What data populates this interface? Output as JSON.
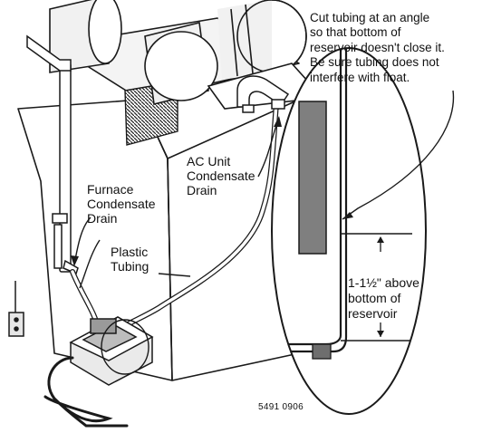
{
  "labels": {
    "instruction": [
      "Cut tubing at an angle",
      "so that bottom of",
      "reservoir doesn't close it.",
      "Be sure tubing does not",
      "interfere with float."
    ],
    "ac_drain": [
      "AC Unit",
      "Condensate",
      "Drain"
    ],
    "furnace_drain": [
      "Furnace",
      "Condensate",
      "Drain"
    ],
    "plastic_tubing": [
      "Plastic",
      "Tubing"
    ],
    "clearance": [
      "1-1½\" above",
      "bottom of",
      "reservoir"
    ],
    "code": "5491 0906"
  },
  "colors": {
    "line": "#1a1a1a",
    "shade": "#8a8a8a",
    "light_shade": "#d6d6d6",
    "paper": "#ffffff"
  }
}
